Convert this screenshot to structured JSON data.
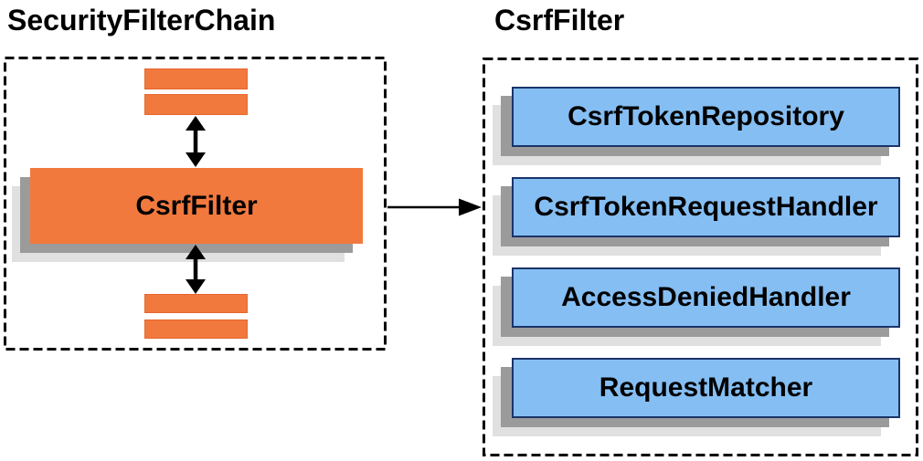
{
  "left_panel": {
    "title": "SecurityFilterChain",
    "filter_label": "CsrfFilter",
    "placeholder_bar_count": 4
  },
  "right_panel": {
    "title": "CsrfFilter",
    "components": [
      "CsrfTokenRepository",
      "CsrfTokenRequestHandler",
      "AccessDeniedHandler",
      "RequestMatcher"
    ]
  },
  "connectors": {
    "left_to_right": "arrow-right",
    "chain_flow": "double-headed-vertical-arrows"
  },
  "colors": {
    "orange": "#f2793d",
    "orange-border": "#e5672e",
    "blue": "#85bef3",
    "blue-border": "#1b3469",
    "shadow-dark": "#9b9b9b",
    "shadow-light": "#e0e0e0",
    "line": "#000000",
    "bg": "#ffffff"
  }
}
